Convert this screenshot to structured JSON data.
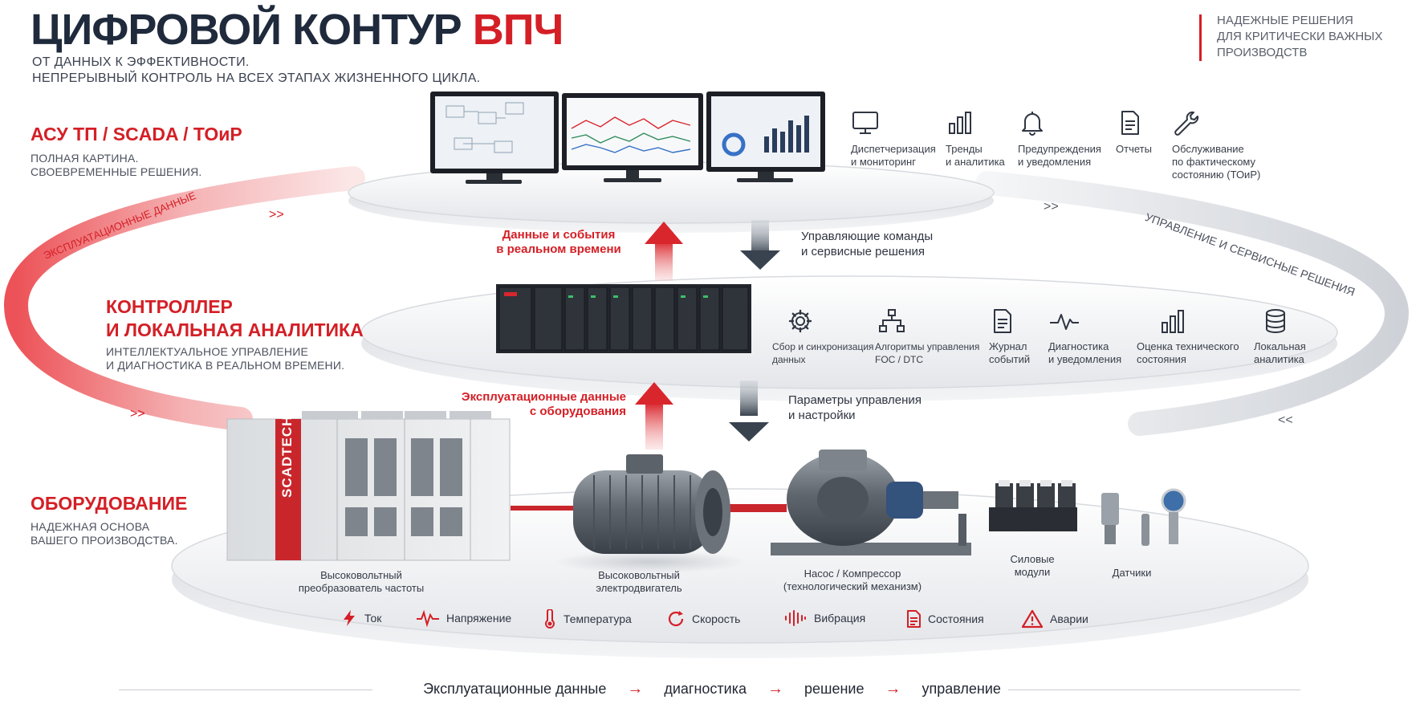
{
  "header": {
    "title_main": "ЦИФРОВОЙ КОНТУР",
    "title_accent": "ВПЧ",
    "subtitle_line1": "От данных к эффективности.",
    "subtitle_line2": "Непрерывный контроль на всех этапах жизненного цикла.",
    "tagline": "Надежные решения\nдля критически важных\nпроизводств"
  },
  "levels": {
    "top": {
      "title": "АСУ ТП / SCADA / ТОиР",
      "desc": "Полная картина.\nСвоевременные решения."
    },
    "middle": {
      "title": "КОНТРОЛЛЕР\nИ ЛОКАЛЬНАЯ АНАЛИТИКА",
      "desc": "Интеллектуальное управление\nи диагностика в реальном времени."
    },
    "bottom": {
      "title": "ОБОРУДОВАНИЕ",
      "desc": "Надежная основа\nвашего производства."
    }
  },
  "ring_labels": {
    "left": "ЭКСПЛУАТАЦИОННЫЕ ДАННЫЕ",
    "right": "УПРАВЛЕНИЕ И СЕРВИСНЫЕ РЕШЕНИЯ"
  },
  "flows": {
    "up_top": "Данные и события\nв реальном времени",
    "down_top": "Управляющие команды\nи сервисные решения",
    "up_bottom": "Эксплуатационные данные\nс оборудования",
    "down_bottom": "Параметры управления\nи настройки"
  },
  "scada_features": [
    {
      "label": "Диспетчеризация\nи мониторинг",
      "icon": "monitor-icon"
    },
    {
      "label": "Тренды\nи аналитика",
      "icon": "bar-chart-icon"
    },
    {
      "label": "Предупреждения\nи уведомления",
      "icon": "bell-icon"
    },
    {
      "label": "Отчеты",
      "icon": "report-icon"
    },
    {
      "label": "Обслуживание\nпо фактическому\nсостоянию (ТОиР)",
      "icon": "wrench-icon"
    }
  ],
  "controller_features": [
    {
      "label": "Сбор и синхронизация\nданных",
      "icon": "gear-icon"
    },
    {
      "label": "Алгоритмы управления\nFOC / DTC",
      "icon": "hierarchy-icon"
    },
    {
      "label": "Журнал\nсобытий",
      "icon": "log-icon"
    },
    {
      "label": "Диагностика\nи уведомления",
      "icon": "pulse-icon"
    },
    {
      "label": "Оценка технического\nсостояния",
      "icon": "bar-chart-icon"
    },
    {
      "label": "Локальная\nаналитика",
      "icon": "database-icon"
    }
  ],
  "cabinet_brand": "SCADTECH",
  "equipment": [
    {
      "label": "Высоковольтный\nпреобразователь частоты"
    },
    {
      "label": "Высоковольтный\nэлектродвигатель"
    },
    {
      "label": "Насос / Компрессор\n(технологический механизм)"
    },
    {
      "label": "Силовые\nмодули"
    },
    {
      "label": "Датчики"
    }
  ],
  "signals": [
    {
      "label": "Ток",
      "icon": "bolt-icon"
    },
    {
      "label": "Напряжение",
      "icon": "voltage-wave-icon"
    },
    {
      "label": "Температура",
      "icon": "thermometer-icon"
    },
    {
      "label": "Скорость",
      "icon": "speed-icon"
    },
    {
      "label": "Вибрация",
      "icon": "vibration-icon"
    },
    {
      "label": "Состояния",
      "icon": "document-icon"
    },
    {
      "label": "Аварии",
      "icon": "warning-icon"
    }
  ],
  "chain": [
    "Эксплуатационные данные",
    "диагностика",
    "решение",
    "управление"
  ],
  "colors": {
    "accent": "#d41f26",
    "dark": "#1f2a3c",
    "steel": "#3f4a57"
  }
}
